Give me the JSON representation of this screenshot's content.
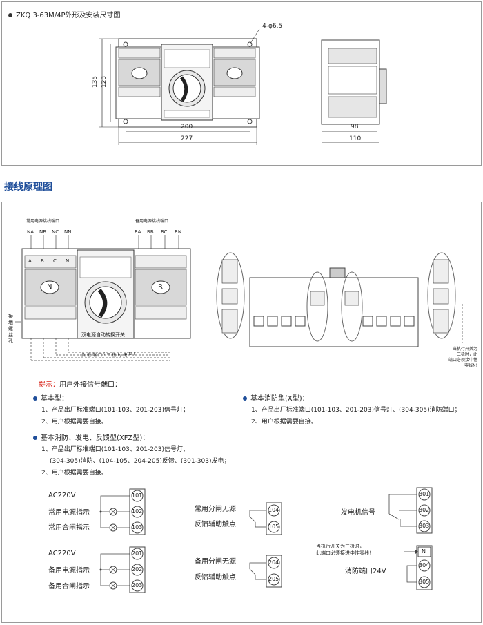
{
  "section1": {
    "title": "ZKQ 3-63M/4P外形及安装尺寸图",
    "hole_label": "4-φ6.5",
    "dims": {
      "h135": "135",
      "h123": "123",
      "w200": "200",
      "w227": "227",
      "w98": "98",
      "w110": "110"
    }
  },
  "section2": {
    "title": "接线原理图",
    "normal_port_label": "常用电源接线端口",
    "backup_port_label": "备用电源接线端口",
    "normal_terms": [
      "NA",
      "NB",
      "NC",
      "NN"
    ],
    "backup_terms": [
      "RA",
      "RB",
      "RC",
      "RN"
    ],
    "phase_letters": [
      "A",
      "B",
      "C",
      "N"
    ],
    "N_label": "N",
    "R_label": "R",
    "switch_caption": "双电源自动转换开关",
    "ground_label": [
      "接",
      "地",
      "螺",
      "丝",
      "孔"
    ],
    "wire_labels": [
      "负",
      "载",
      "端",
      "口",
      "(",
      "三",
      "极",
      "时",
      "无",
      "N",
      ")"
    ],
    "side_note": [
      "当执行开关为",
      "三极时，此",
      "端口必须接中性",
      "零线N!"
    ]
  },
  "notes": {
    "hint_label": "提示：",
    "hint_text": "用户外接信号端口：",
    "basic_title": "基本型：",
    "basic_items": [
      "1、产品出厂标准端口(101-103、201-203)信号灯；",
      "2、用户根据需要自接。"
    ],
    "fire_title": "基本消防型(X型)：",
    "fire_items": [
      "1、产品出厂标准端口(101-103、201-203)信号灯、(304-305)消防端口；",
      "2、用户根据需要自接。"
    ],
    "xfz_title": "基本消防、发电、反馈型(XFZ型)：",
    "xfz_items": [
      "1、产品出厂标准端口(101-103、201-203)信号灯、",
      "(304-305)消防、(104-105、204-205)反馈、(301-303)发电；",
      "2、用户根据需要自接。"
    ]
  },
  "circuits": {
    "ac220_1": "AC220V",
    "normal_power_ind": "常用电源指示",
    "normal_close_ind": "常用合闸指示",
    "ac220_2": "AC220V",
    "backup_power_ind": "备用电源指示",
    "backup_close_ind": "备用合闸指示",
    "normal_open_1": "常用分闸无源",
    "normal_open_2": "反馈辅助触点",
    "backup_open_1": "备用分闸无源",
    "backup_open_2": "反馈辅助触点",
    "gen_signal": "发电机信号",
    "fire_note_1": "当执行开关为三极时，",
    "fire_note_2": "此端口必须接进中性零线！",
    "fire_port": "消防端口24V",
    "t101": "101",
    "t102": "102",
    "t103": "103",
    "t201": "201",
    "t202": "202",
    "t203": "203",
    "t104": "104",
    "t105": "105",
    "t204": "204",
    "t205": "205",
    "t301": "301",
    "t302": "302",
    "t303": "303",
    "tN": "N",
    "t304": "304",
    "t305": "305"
  }
}
